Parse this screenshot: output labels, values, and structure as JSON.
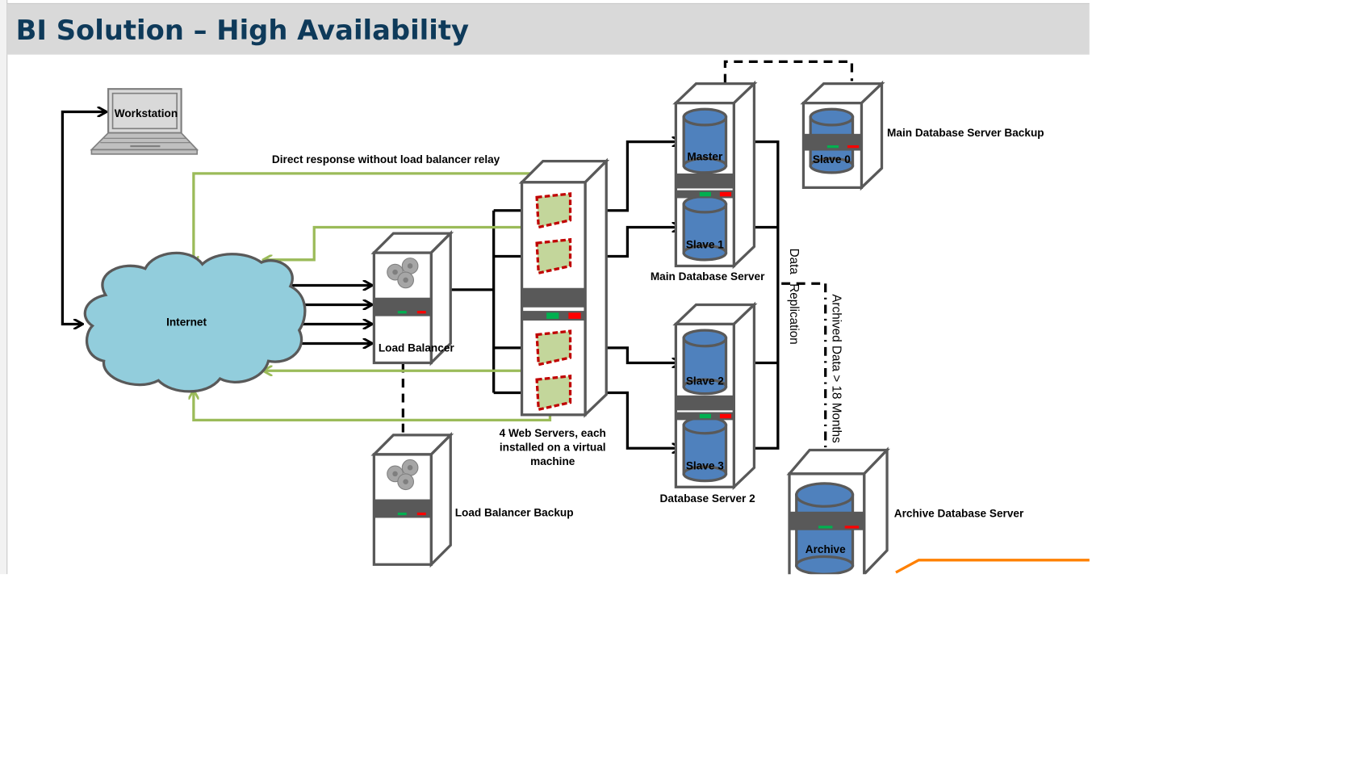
{
  "slide": {
    "title": "BI Solution – High Availability",
    "colors": {
      "title": "#0e3a5a",
      "header_bg": "#d9d9d9",
      "cloud": "#92cddc",
      "database": "#4f81bd",
      "server_band": "#595959",
      "led_ok": "#00b050",
      "led_fail": "#ff0000",
      "response_path": "#9bbb59",
      "vm_fill": "#c3d69b",
      "vm_border": "#c00000",
      "accent_line": "#ff8000"
    }
  },
  "diagram": {
    "workstation": {
      "label": "Workstation",
      "icon": "laptop-icon"
    },
    "internet": {
      "label": "Internet",
      "icon": "cloud-icon"
    },
    "direct_response_label": "Direct response without load balancer relay",
    "load_balancer": {
      "label": "Load Balancer",
      "icon": "gears-icon"
    },
    "load_balancer_backup": {
      "label": "Load Balancer Backup",
      "icon": "gears-icon"
    },
    "web_servers": {
      "label_lines": [
        "4 Web Servers, each",
        "installed on a virtual",
        "machine"
      ],
      "count": 4,
      "icon": "virtual-machine-icon"
    },
    "main_db_server": {
      "label": "Main Database Server",
      "databases": [
        "Master",
        "Slave 1"
      ]
    },
    "main_db_backup": {
      "label": "Main Database Server Backup",
      "databases": [
        "Slave 0"
      ]
    },
    "db_server_2": {
      "label": "Database Server 2",
      "databases": [
        "Slave 2",
        "Slave 3"
      ]
    },
    "archive_db_server": {
      "label": "Archive Database Server",
      "databases": [
        "Archive"
      ]
    },
    "data_replication_label_1": "Data",
    "data_replication_label_2": "Replication",
    "archived_data_label": "Archived Data > 18 Months"
  }
}
